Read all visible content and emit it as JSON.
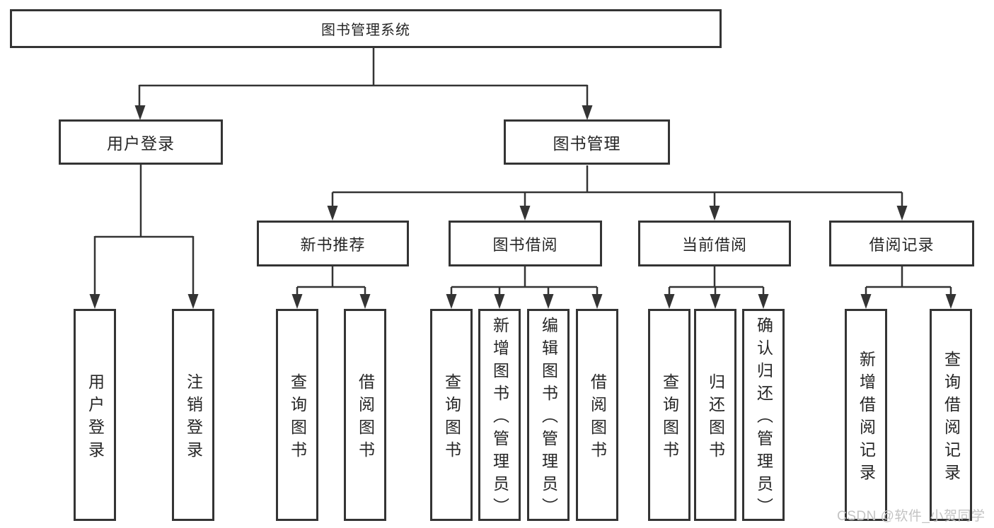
{
  "diagram": {
    "title": "图书管理系统",
    "tree": {
      "root": {
        "label": "图书管理系统"
      },
      "branches": [
        {
          "label": "用户登录",
          "children": [
            {
              "label": "用户登录"
            },
            {
              "label": "注销登录"
            }
          ]
        },
        {
          "label": "图书管理",
          "children": [
            {
              "label": "新书推荐",
              "children": [
                {
                  "label": "查询图书"
                },
                {
                  "label": "借阅图书"
                }
              ]
            },
            {
              "label": "图书借阅",
              "children": [
                {
                  "label": "查询图书"
                },
                {
                  "label": "新增图书（管理员）"
                },
                {
                  "label": "编辑图书（管理员）"
                },
                {
                  "label": "借阅图书"
                }
              ]
            },
            {
              "label": "当前借阅",
              "children": [
                {
                  "label": "查询图书"
                },
                {
                  "label": "归还图书"
                },
                {
                  "label": "确认归还（管理员）"
                }
              ]
            },
            {
              "label": "借阅记录",
              "children": [
                {
                  "label": "新增借阅记录"
                },
                {
                  "label": "查询借阅记录"
                }
              ]
            }
          ]
        }
      ]
    },
    "colors": {
      "line": "#343434",
      "text": "#262626",
      "background": "#ffffff",
      "watermark_text": "#c3c3c3"
    }
  },
  "watermark": "CSDN @软件_小贺同学"
}
